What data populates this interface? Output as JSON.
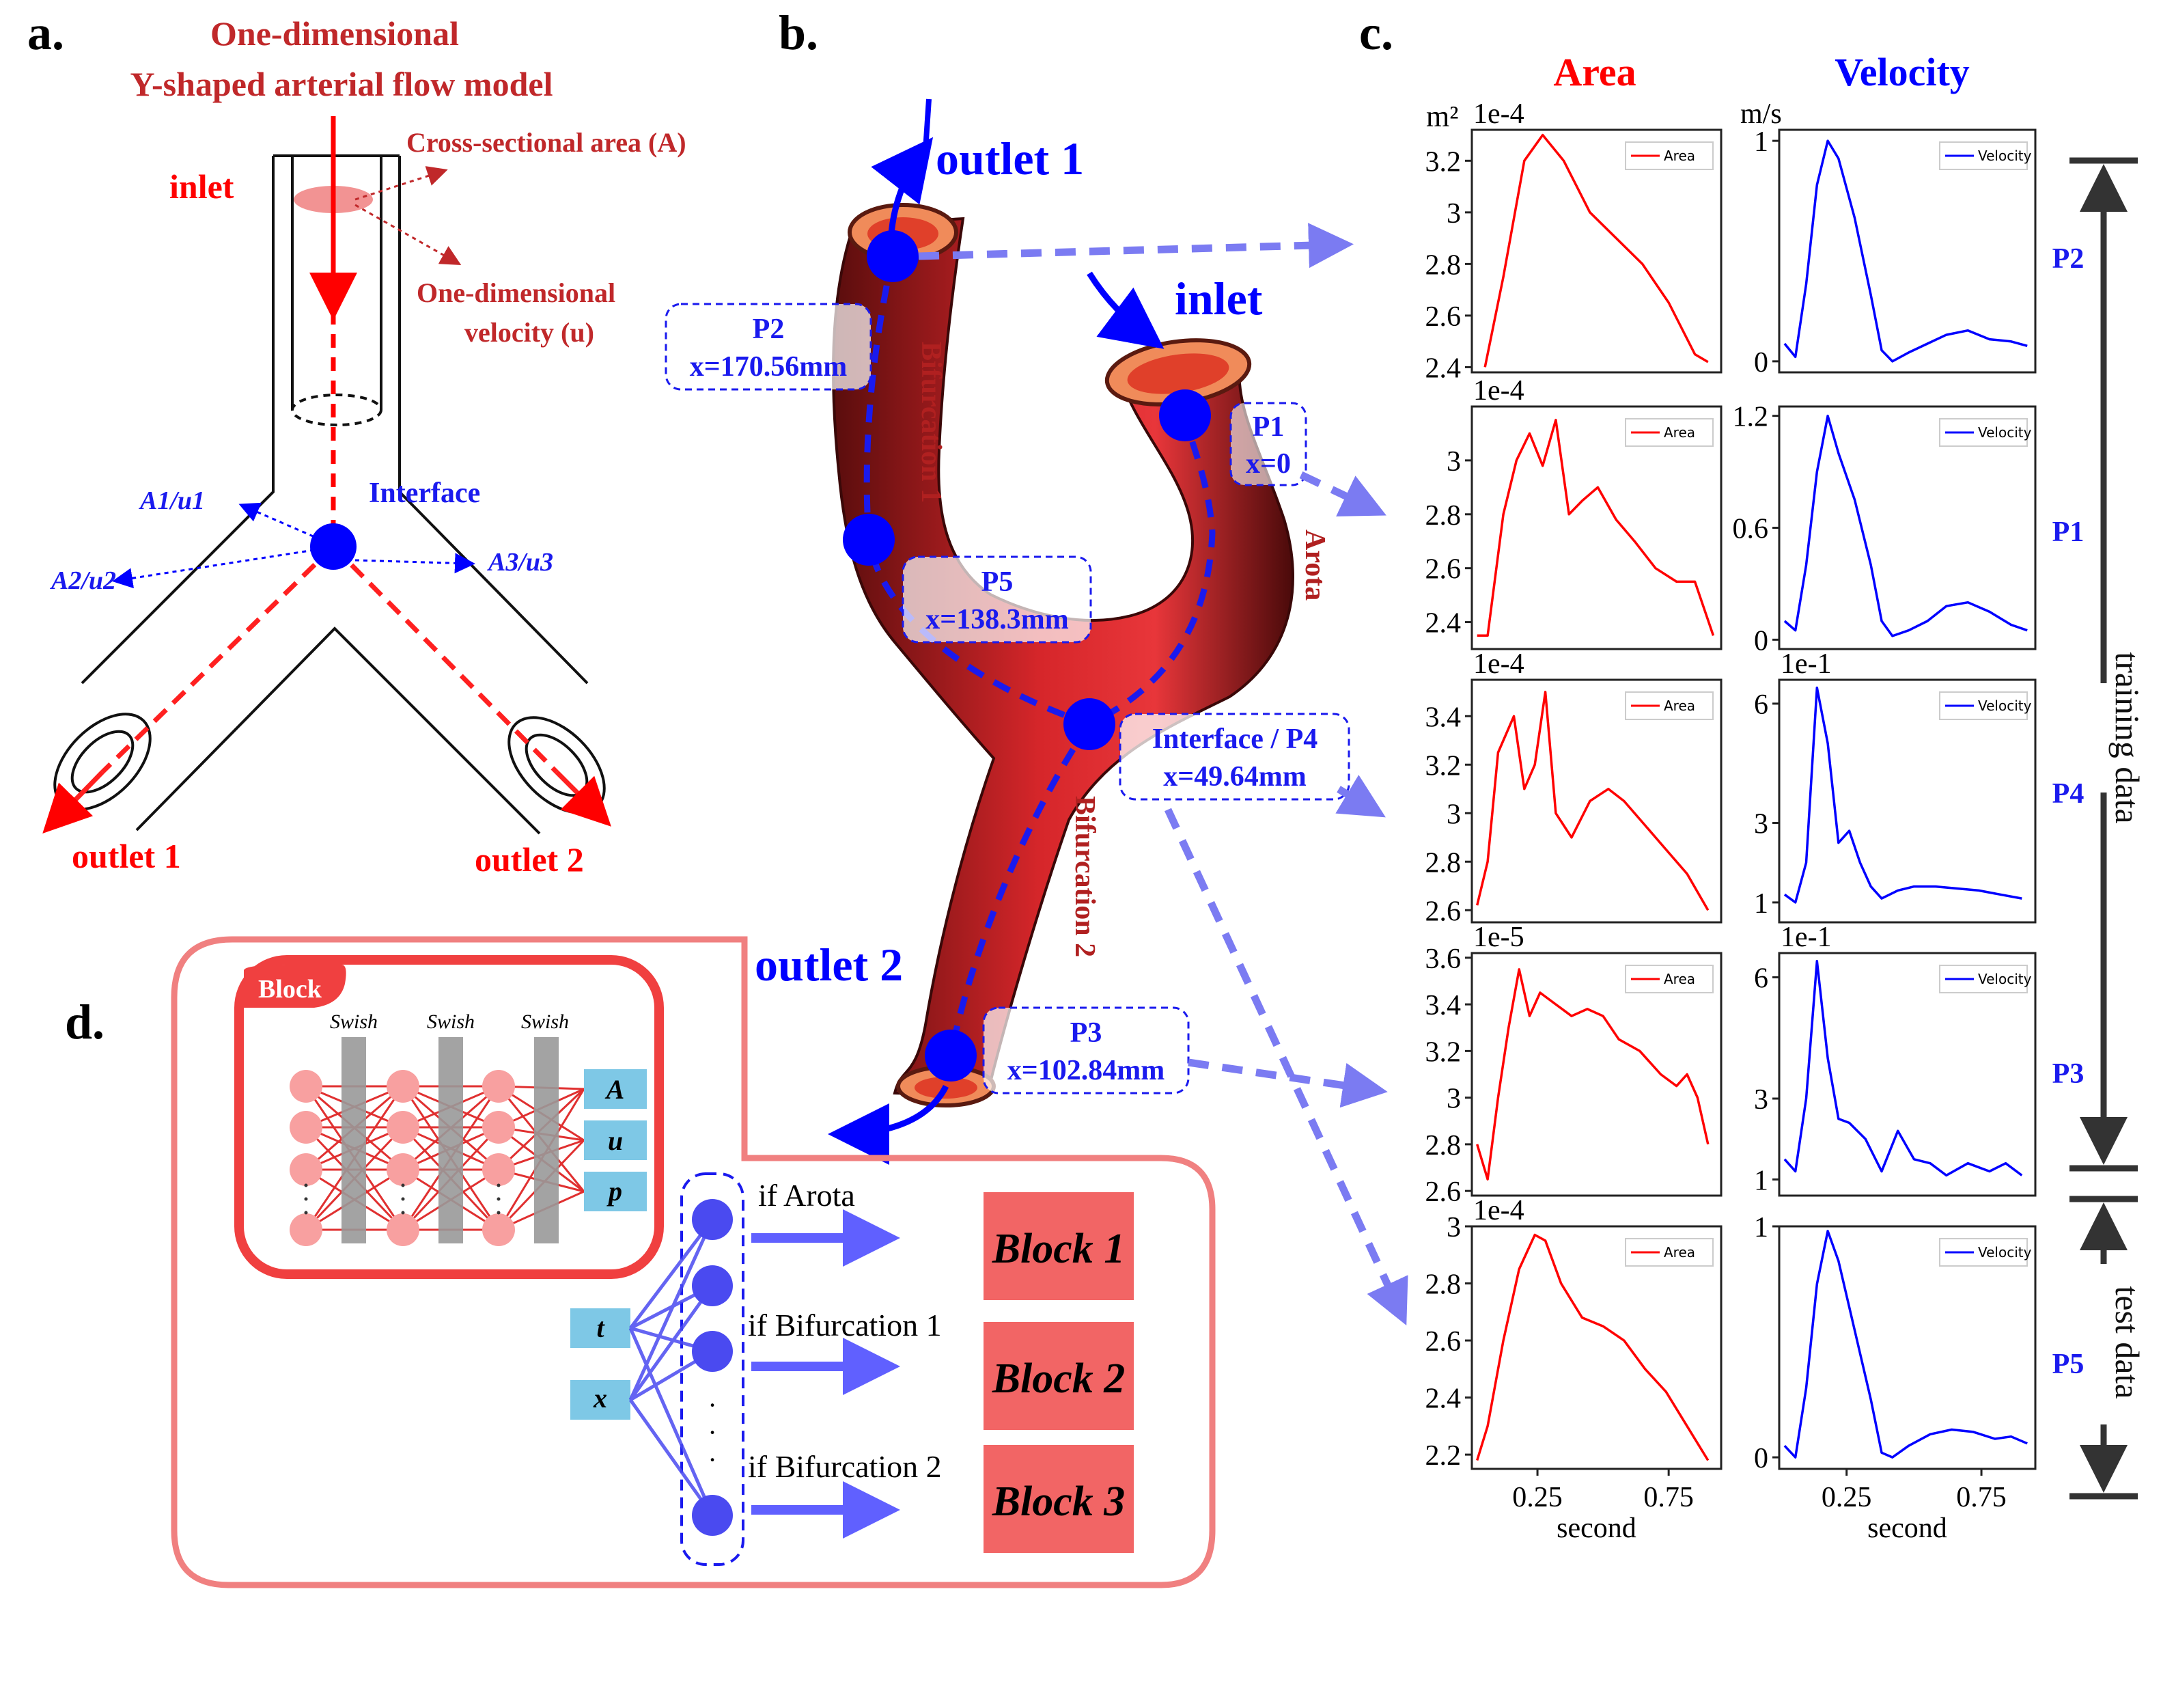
{
  "panel_labels": {
    "a": "a.",
    "b": "b.",
    "c": "c.",
    "d": "d."
  },
  "panel_a": {
    "title_line1": "One-dimensional",
    "title_line2": "Y-shaped arterial flow model",
    "inlet": "inlet",
    "cross_section": "Cross-sectional area (A)",
    "velocity_line1": "One-dimensional",
    "velocity_line2": "velocity (u)",
    "interface": "Interface",
    "a1u1": "A1/u1",
    "a2u2": "A2/u2",
    "a3u3": "A3/u3",
    "outlet1": "outlet 1",
    "outlet2": "outlet 2"
  },
  "panel_b": {
    "outlet1": "outlet 1",
    "outlet2": "outlet 2",
    "inlet": "inlet",
    "bifurcation1": "Bifurcation 1",
    "bifurcation2": "Bifurcation 2",
    "arota": "Arota",
    "points": [
      {
        "name": "P2",
        "x": "x=170.56mm"
      },
      {
        "name": "P1",
        "x": "x=0"
      },
      {
        "name": "P5",
        "x": "x=138.3mm"
      },
      {
        "name": "Interface / P4",
        "x": "x=49.64mm"
      },
      {
        "name": "P3",
        "x": "x=102.84mm"
      }
    ]
  },
  "panel_c": {
    "col_area": "Area",
    "col_velocity": "Velocity",
    "unit_area": "m²",
    "unit_velocity": "m/s",
    "xlabel": "second",
    "xticks": [
      "0.25",
      "0.75"
    ],
    "training": "training data",
    "test": "test data",
    "colors": {
      "area": "#ff0000",
      "velocity": "#0000ff",
      "label": "#1a1aee"
    }
  },
  "panel_d": {
    "block_label": "Block",
    "swish": "Swish",
    "outputs": [
      "A",
      "u",
      "p"
    ],
    "inputs": [
      "t",
      "x"
    ],
    "conditions": [
      "if Arota",
      "if Bifurcation 1",
      "if Bifurcation 2"
    ],
    "blocks": [
      "Block 1",
      "Block 2",
      "Block 3"
    ]
  },
  "chart_data": [
    {
      "type": "line",
      "row": "P2",
      "series": [
        {
          "name": "Area",
          "x": [
            0.05,
            0.12,
            0.2,
            0.27,
            0.35,
            0.45,
            0.55,
            0.65,
            0.75,
            0.85,
            0.9
          ],
          "y": [
            2.4,
            2.75,
            3.2,
            3.3,
            3.2,
            3.0,
            2.9,
            2.8,
            2.65,
            2.45,
            2.42
          ]
        }
      ],
      "ylim": [
        2.38,
        3.32
      ],
      "yticks": [
        2.4,
        2.6,
        2.8,
        3.0,
        3.2
      ],
      "multiplier": "1e-4"
    },
    {
      "type": "line",
      "row": "P2",
      "series": [
        {
          "name": "Velocity",
          "x": [
            0.02,
            0.06,
            0.1,
            0.14,
            0.18,
            0.22,
            0.28,
            0.34,
            0.38,
            0.42,
            0.48,
            0.55,
            0.62,
            0.7,
            0.78,
            0.86,
            0.92
          ],
          "y": [
            0.08,
            0.02,
            0.35,
            0.8,
            1.0,
            0.92,
            0.65,
            0.3,
            0.05,
            0.0,
            0.04,
            0.08,
            0.12,
            0.14,
            0.1,
            0.09,
            0.07
          ]
        }
      ],
      "ylim": [
        -0.05,
        1.05
      ],
      "yticks": [
        0,
        1
      ]
    },
    {
      "type": "line",
      "row": "P1",
      "series": [
        {
          "name": "Area",
          "x": [
            0.02,
            0.06,
            0.12,
            0.17,
            0.22,
            0.27,
            0.32,
            0.37,
            0.42,
            0.48,
            0.55,
            0.62,
            0.7,
            0.78,
            0.85,
            0.92
          ],
          "y": [
            2.35,
            2.35,
            2.8,
            3.0,
            3.1,
            2.98,
            3.15,
            2.8,
            2.85,
            2.9,
            2.78,
            2.7,
            2.6,
            2.55,
            2.55,
            2.35
          ]
        }
      ],
      "ylim": [
        2.3,
        3.2
      ],
      "yticks": [
        2.4,
        2.6,
        2.8,
        3.0
      ],
      "multiplier": "1e-4"
    },
    {
      "type": "line",
      "row": "P1",
      "series": [
        {
          "name": "Velocity",
          "x": [
            0.02,
            0.06,
            0.1,
            0.14,
            0.18,
            0.22,
            0.28,
            0.34,
            0.38,
            0.42,
            0.48,
            0.55,
            0.62,
            0.7,
            0.78,
            0.86,
            0.92
          ],
          "y": [
            0.1,
            0.05,
            0.4,
            0.9,
            1.2,
            1.0,
            0.75,
            0.4,
            0.1,
            0.02,
            0.05,
            0.1,
            0.18,
            0.2,
            0.15,
            0.08,
            0.05
          ]
        }
      ],
      "ylim": [
        -0.05,
        1.25
      ],
      "yticks": [
        0,
        0.6,
        1.2
      ]
    },
    {
      "type": "line",
      "row": "P4",
      "series": [
        {
          "name": "Area",
          "x": [
            0.02,
            0.06,
            0.1,
            0.16,
            0.2,
            0.24,
            0.28,
            0.32,
            0.38,
            0.45,
            0.52,
            0.58,
            0.66,
            0.74,
            0.82,
            0.9
          ],
          "y": [
            2.62,
            2.8,
            3.25,
            3.4,
            3.1,
            3.2,
            3.5,
            3.0,
            2.9,
            3.05,
            3.1,
            3.05,
            2.95,
            2.85,
            2.75,
            2.6
          ]
        }
      ],
      "ylim": [
        2.55,
        3.55
      ],
      "yticks": [
        2.6,
        2.8,
        3.0,
        3.2,
        3.4
      ],
      "multiplier": "1e-4"
    },
    {
      "type": "line",
      "row": "P4",
      "series": [
        {
          "name": "Velocity",
          "x": [
            0.02,
            0.06,
            0.1,
            0.14,
            0.18,
            0.22,
            0.26,
            0.3,
            0.34,
            0.38,
            0.44,
            0.5,
            0.58,
            0.66,
            0.74,
            0.82,
            0.9
          ],
          "y": [
            1.2,
            1.0,
            2.0,
            6.4,
            5.0,
            2.5,
            2.8,
            2.0,
            1.4,
            1.1,
            1.3,
            1.4,
            1.4,
            1.35,
            1.3,
            1.2,
            1.1
          ]
        }
      ],
      "ylim": [
        0.5,
        6.6
      ],
      "yticks": [
        1,
        3,
        6
      ],
      "multiplier": "1e-1"
    },
    {
      "type": "line",
      "row": "P3",
      "series": [
        {
          "name": "Area",
          "x": [
            0.02,
            0.06,
            0.1,
            0.14,
            0.18,
            0.22,
            0.26,
            0.32,
            0.38,
            0.44,
            0.5,
            0.56,
            0.64,
            0.72,
            0.78,
            0.82,
            0.86,
            0.9
          ],
          "y": [
            2.8,
            2.65,
            3.0,
            3.3,
            3.55,
            3.35,
            3.45,
            3.4,
            3.35,
            3.38,
            3.35,
            3.25,
            3.2,
            3.1,
            3.05,
            3.1,
            3.0,
            2.8
          ]
        }
      ],
      "ylim": [
        2.58,
        3.62
      ],
      "yticks": [
        2.6,
        2.8,
        3.0,
        3.2,
        3.4,
        3.6
      ],
      "multiplier": "1e-5"
    },
    {
      "type": "line",
      "row": "P3",
      "series": [
        {
          "name": "Velocity",
          "x": [
            0.02,
            0.06,
            0.1,
            0.14,
            0.18,
            0.22,
            0.26,
            0.32,
            0.38,
            0.44,
            0.5,
            0.56,
            0.62,
            0.7,
            0.78,
            0.84,
            0.9
          ],
          "y": [
            1.5,
            1.2,
            3.0,
            6.4,
            4.0,
            2.5,
            2.4,
            2.0,
            1.2,
            2.2,
            1.5,
            1.4,
            1.1,
            1.4,
            1.2,
            1.4,
            1.1
          ]
        }
      ],
      "ylim": [
        0.6,
        6.6
      ],
      "yticks": [
        1,
        3,
        6
      ],
      "multiplier": "1e-1"
    },
    {
      "type": "line",
      "row": "P5",
      "series": [
        {
          "name": "Area",
          "x": [
            0.02,
            0.06,
            0.12,
            0.18,
            0.24,
            0.28,
            0.34,
            0.42,
            0.5,
            0.58,
            0.66,
            0.74,
            0.82,
            0.9
          ],
          "y": [
            2.18,
            2.3,
            2.6,
            2.85,
            2.97,
            2.95,
            2.8,
            2.68,
            2.65,
            2.6,
            2.5,
            2.42,
            2.3,
            2.18
          ]
        }
      ],
      "ylim": [
        2.15,
        3.0
      ],
      "yticks": [
        2.2,
        2.4,
        2.6,
        2.8,
        3.0
      ],
      "multiplier": "1e-4"
    },
    {
      "type": "line",
      "row": "P5",
      "series": [
        {
          "name": "Velocity",
          "x": [
            0.02,
            0.06,
            0.1,
            0.14,
            0.18,
            0.22,
            0.28,
            0.34,
            0.38,
            0.42,
            0.48,
            0.56,
            0.64,
            0.72,
            0.8,
            0.86,
            0.92
          ],
          "y": [
            0.05,
            0.0,
            0.3,
            0.75,
            0.98,
            0.85,
            0.55,
            0.25,
            0.02,
            0.0,
            0.05,
            0.1,
            0.12,
            0.11,
            0.08,
            0.09,
            0.06
          ]
        }
      ],
      "ylim": [
        -0.05,
        1.0
      ],
      "yticks": [
        0,
        1
      ]
    }
  ]
}
